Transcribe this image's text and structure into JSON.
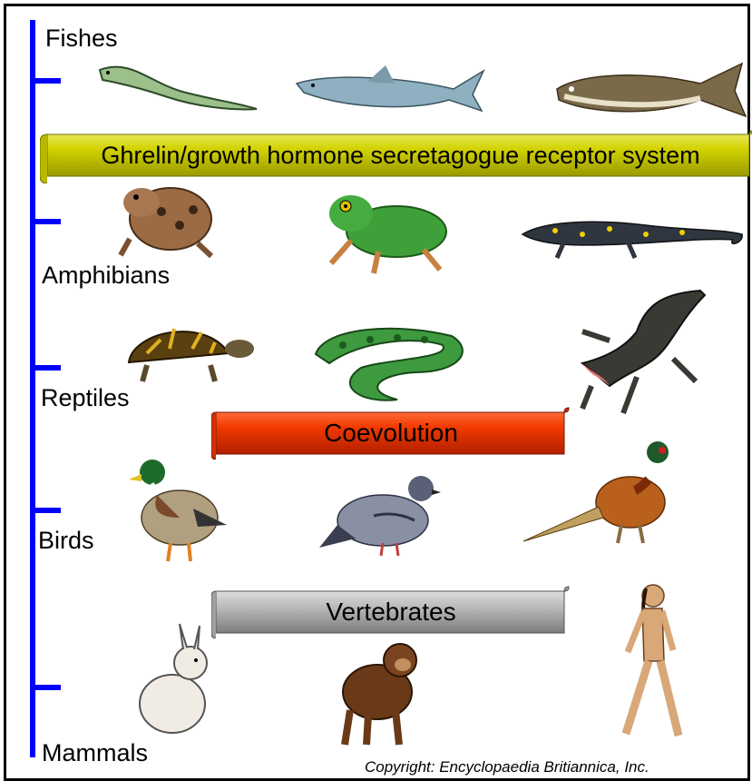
{
  "groups": {
    "fishes": "Fishes",
    "amphibians": "Amphibians",
    "reptiles": "Reptiles",
    "birds": "Birds",
    "mammals": "Mammals"
  },
  "banners": {
    "ghrelin": "Ghrelin/growth hormone secretagogue receptor system",
    "coevolution": "Coevolution",
    "vertebrates": "Vertebrates"
  },
  "copyright": "Copyright: Encyclopaedia Britiannica, Inc.",
  "colors": {
    "axis": "#0000ff",
    "ghrelin_banner": "#b8b800",
    "coevolution_banner": "#e02a00",
    "vertebrates_banner": "#a8a8a8"
  },
  "animals": {
    "fishes": [
      "lamprey-icon",
      "shark-icon",
      "cod-icon"
    ],
    "amphibians": [
      "toad-icon",
      "tree-frog-icon",
      "salamander-icon"
    ],
    "reptiles": [
      "turtle-icon",
      "snake-icon",
      "alligator-icon"
    ],
    "birds": [
      "mallard-duck-icon",
      "pigeon-icon",
      "pheasant-icon"
    ],
    "mammals": [
      "rabbit-icon",
      "chimpanzee-icon",
      "human-icon"
    ]
  }
}
